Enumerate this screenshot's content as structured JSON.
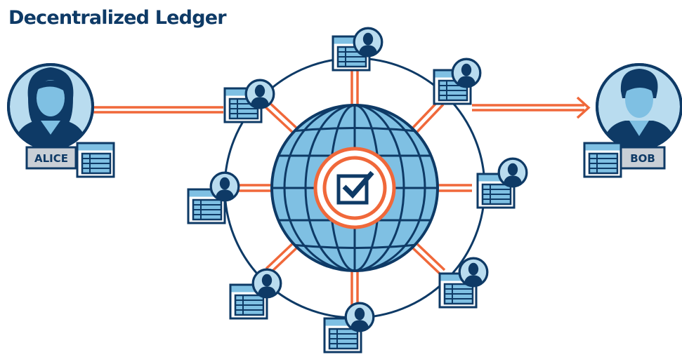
{
  "title": "Decentralized Ledger",
  "users": {
    "sender": "ALICE",
    "receiver": "BOB"
  },
  "center_icon": "checkbox-check-icon",
  "node_icon": "user-ledger-icon",
  "colors": {
    "navy": "#0e3a66",
    "sky": "#7fc0e3",
    "light_sky": "#b9dcef",
    "orange": "#f0683a",
    "gray_label": "#c9cfd6",
    "white": "#ffffff"
  }
}
